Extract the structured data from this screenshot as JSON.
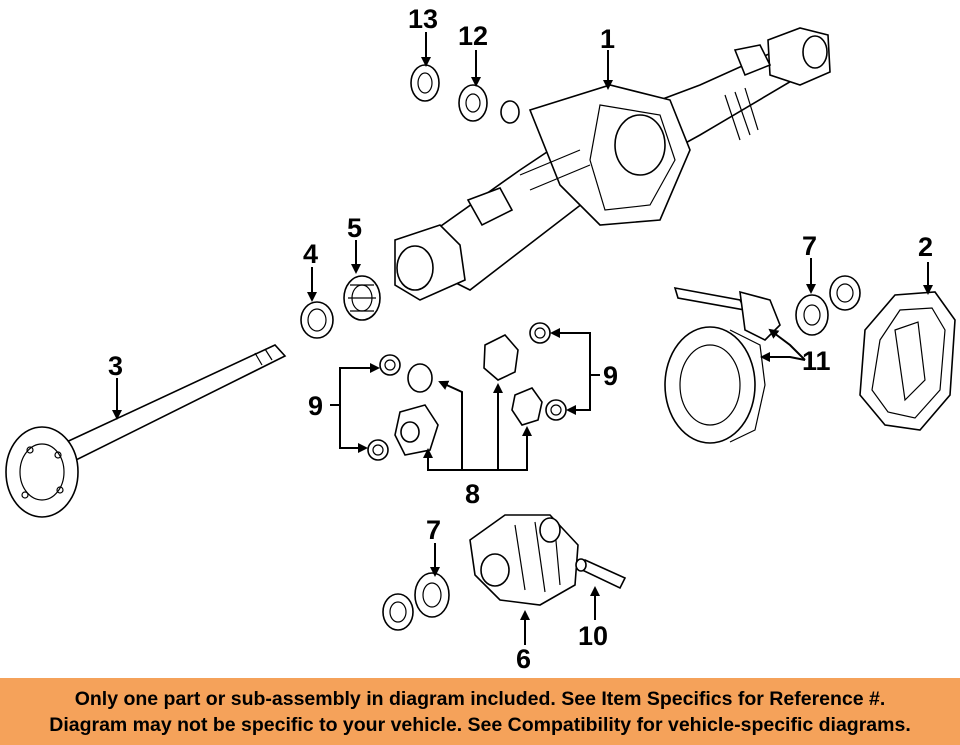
{
  "callouts": {
    "c1": "1",
    "c2": "2",
    "c3": "3",
    "c4": "4",
    "c5": "5",
    "c6": "6",
    "c7a": "7",
    "c7b": "7",
    "c8": "8",
    "c9a": "9",
    "c9b": "9",
    "c10": "10",
    "c11": "11",
    "c12": "12",
    "c13": "13"
  },
  "banner": {
    "line1": "Only one part or sub-assembly in diagram included. See Item Specifics for Reference #.",
    "line2": "Diagram may not be specific to your vehicle. See Compatibility for vehicle-specific diagrams."
  },
  "colors": {
    "banner_bg": "#f5a25a",
    "ink": "#000000",
    "background": "#ffffff"
  }
}
